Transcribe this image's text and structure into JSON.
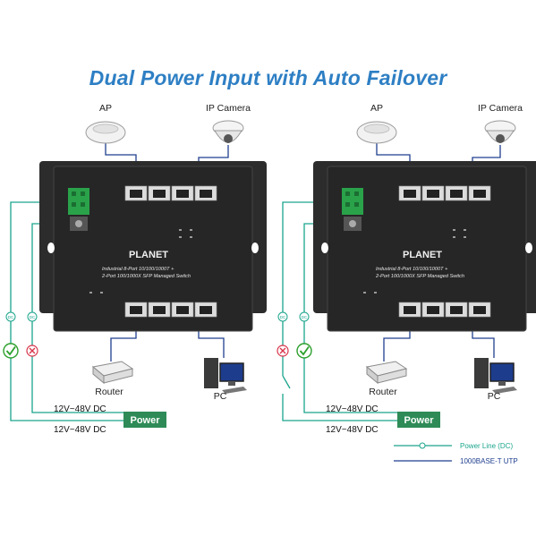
{
  "title": "Dual Power Input with Auto Failover",
  "colors": {
    "title": "#2e7fc4",
    "power_line": "#1aa58c",
    "utp_line": "#1f3f8f",
    "power_box": "#2e8b57",
    "ok_mark": "#2ca02c",
    "fail_mark": "#d8344a",
    "switch_body": "#262626"
  },
  "diagrams": [
    {
      "ap_label": "AP",
      "camera_label": "IP Camera",
      "router_label": "Router",
      "pc_label": "PC",
      "switch_brand": "PLANET",
      "switch_line1": "Industrial 8-Port 10/100/1000T +",
      "switch_line2": "2-Port 100/1000X SFP Managed Switch",
      "dc_tag_1": "DC",
      "dc_tag_2": "DC",
      "input1_status": "ok",
      "input2_status": "fail",
      "voltage_1": "12V~48V DC",
      "voltage_2": "12V~48V DC",
      "power_label": "Power"
    },
    {
      "ap_label": "AP",
      "camera_label": "IP Camera",
      "router_label": "Router",
      "pc_label": "PC",
      "switch_brand": "PLANET",
      "switch_line1": "Industrial 8-Port 10/100/1000T +",
      "switch_line2": "2-Port 100/1000X SFP Managed Switch",
      "dc_tag_1": "DC",
      "dc_tag_2": "DC",
      "input1_status": "fail",
      "input2_status": "ok",
      "voltage_1": "12V~48V DC",
      "voltage_2": "12V~48V DC",
      "power_label": "Power"
    }
  ],
  "legend": {
    "power_line_label": "Power Line (DC)",
    "utp_label": "1000BASE-T UTP"
  }
}
